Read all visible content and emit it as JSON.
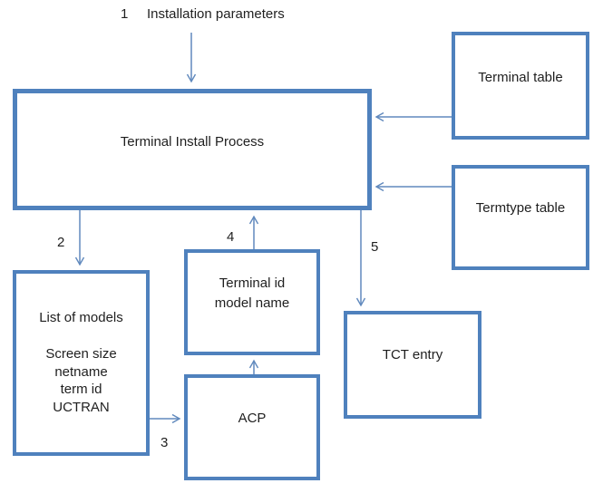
{
  "steps": {
    "s1": {
      "number": "1",
      "label": "Installation parameters"
    },
    "s2": {
      "number": "2"
    },
    "s3": {
      "number": "3"
    },
    "s4": {
      "number": "4"
    },
    "s5": {
      "number": "5"
    }
  },
  "boxes": {
    "process": {
      "label": "Terminal Install Process"
    },
    "terminal_table": {
      "label": "Terminal table"
    },
    "termtype_table": {
      "label": "Termtype table"
    },
    "list_of_models": {
      "title": "List of models",
      "lines": [
        "Screen size",
        "netname",
        "term id",
        "UCTRAN"
      ]
    },
    "terminal_id_model": {
      "lines": [
        "Terminal id",
        "model name"
      ]
    },
    "acp": {
      "label": "ACP"
    },
    "tct_entry": {
      "label": "TCT entry"
    }
  },
  "colors": {
    "box_border": "#4f81bd",
    "arrow": "#6089bd",
    "text": "#1f1f1f",
    "background": "#ffffff"
  }
}
